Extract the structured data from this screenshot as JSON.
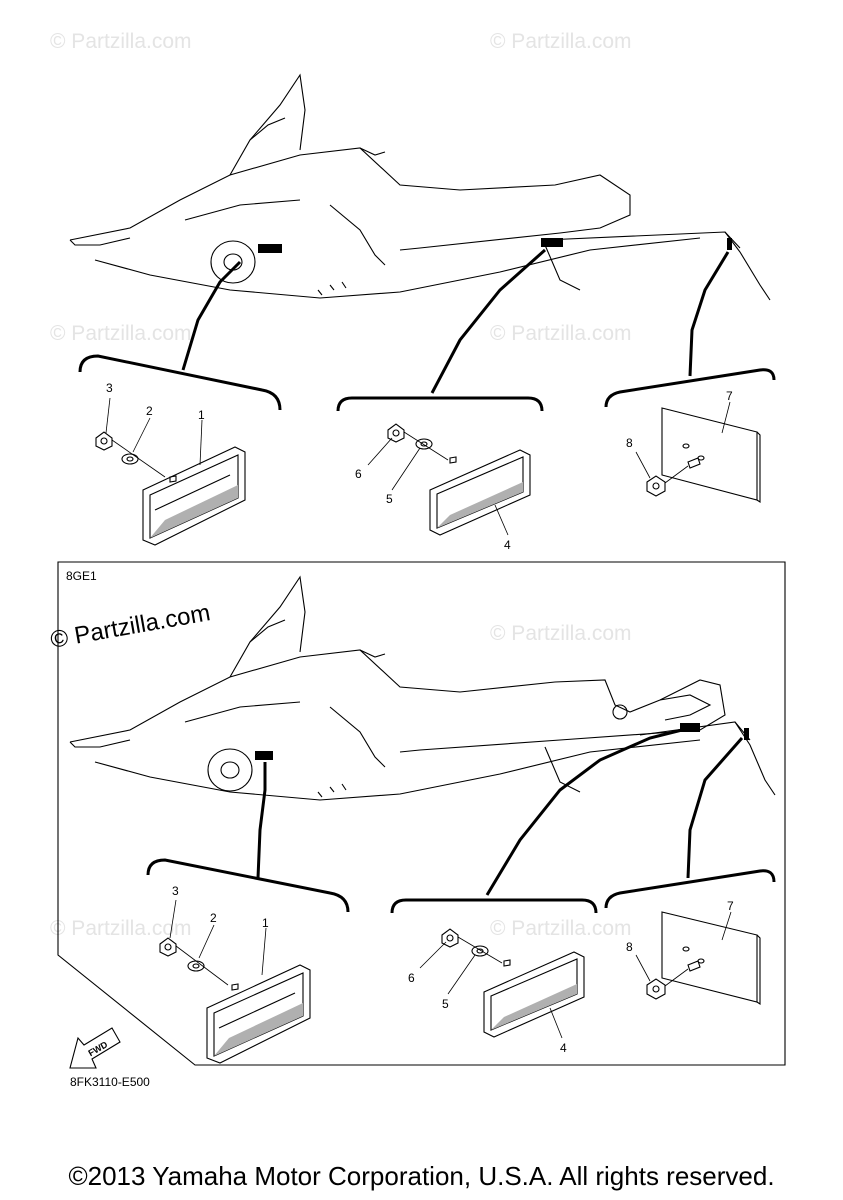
{
  "watermark": "© Partzilla.com",
  "main_watermark": "© Partzilla.com",
  "upper": {
    "callouts": [
      "1",
      "2",
      "3",
      "4",
      "5",
      "6",
      "7",
      "8"
    ]
  },
  "lower": {
    "model_code": "8GE1",
    "callouts": [
      "1",
      "2",
      "3",
      "4",
      "5",
      "6",
      "7",
      "8"
    ],
    "fwd_label": "FWD",
    "drawing_number": "8FK3110-E500"
  },
  "footer": {
    "copyright": "©2013 Yamaha Motor Corporation, U.S.A. All rights reserved."
  }
}
